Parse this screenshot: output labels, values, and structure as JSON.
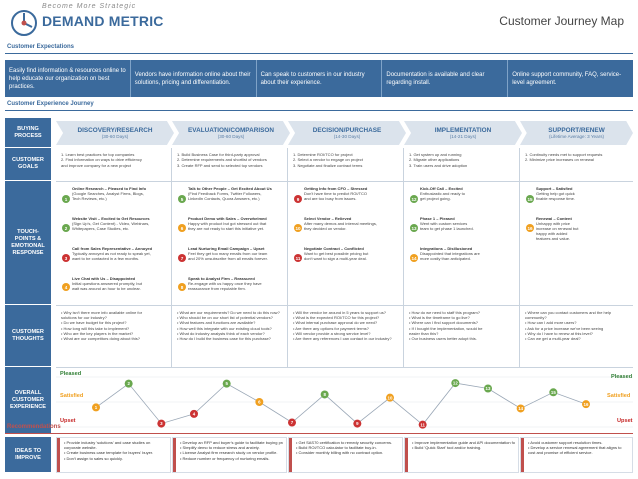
{
  "brand": {
    "tagline": "Become More Strategic",
    "name": "DEMAND METRIC"
  },
  "title": "Customer Journey Map",
  "sections": {
    "expectations": "Customer Expectations",
    "experience_journey": "Customer Experience Journey",
    "recommendations": "Recommendations"
  },
  "expectations": [
    "Easily find information & resources online to help educate our organization on best practices.",
    "Vendors have information online about their solutions, pricing and differentiation.",
    "Can speak to customers in our industry about their experience.",
    "Documentation is available and clear regarding install.",
    "Online support community, FAQ, service-level agreement."
  ],
  "row_labels": {
    "buying": "BUYING PROCESS",
    "goals": "CUSTOMER GOALS",
    "touchpoints": "TOUCH-POINTS & EMOTIONAL RESPONSE",
    "thoughts": "CUSTOMER THOUGHTS",
    "overall": "OVERALL CUSTOMER EXPERIENCE",
    "ideas": "IDEAS TO IMPROVE"
  },
  "stages": [
    {
      "name": "DISCOVERY/RESEARCH",
      "days": "(30-60 Days)"
    },
    {
      "name": "EVALUATION/COMPARISON",
      "days": "(30-60 Days)"
    },
    {
      "name": "DECISION/PURCHASE",
      "days": "(14-30 Days)"
    },
    {
      "name": "IMPLEMENTATION",
      "days": "(14-21 Days)"
    },
    {
      "name": "SUPPORT/RENEW",
      "days": "(Lifetime Average: 3 Years)"
    }
  ],
  "goals": [
    [
      "1. Learn best practices for top companies",
      "2. Find information on ways to drive efficiency",
      "   and improve company for a new project"
    ],
    [
      "1. Build Business Case for third-party approval",
      "2. Determine requirements and shortlist of vendors",
      "3. Create RFP and send to selected top vendors"
    ],
    [
      "1. Determine ROI/TCO for project",
      "2. Select a vendor to engage on project",
      "3. Negotiate and finalize contract terms"
    ],
    [
      "1. Get system up and running",
      "2. Migrate other applications",
      "3. Train users and drive adoption"
    ],
    [
      "1. Continuity needs met to support requests",
      "2. Minimize price increases on renewal"
    ]
  ],
  "touchpoints": [
    [
      {
        "n": "1",
        "h": "Online Research – Pleased to Find Info",
        "d": [
          "(Google Searches, Analyst Firms, Blogs,",
          "Tech Reviews, etc.)"
        ]
      },
      {
        "n": "2",
        "h": "Website Visit – Excited to Get Resources",
        "d": [
          "(Sign Up's, Get Content) - Video, Webinars,",
          "Whitepapers, Case Studies, etc."
        ]
      },
      {
        "n": "3",
        "h": "Call from Sales Representative – Annoyed",
        "d": [
          "Typically annoyed as not ready to speak yet,",
          "want to be contacted in a few months."
        ]
      },
      {
        "n": "4",
        "h": "Live Chat with Us – Disappointed",
        "d": [
          "Initial questions answered promptly, but",
          "wait was around an hour to be unclear."
        ]
      }
    ],
    [
      {
        "n": "5",
        "h": "Talk to Other People – Get Excited About Us",
        "d": [
          "(Find Feedback Forms, Twitter Followers,",
          "LinkedIn Contacts, Quora Answers, etc.)"
        ]
      },
      {
        "n": "6",
        "h": "Product Demo with Sales – Overwhelmed",
        "d": [
          "Happy with product but got stressed out that",
          "they are not ready to start this initiative yet."
        ]
      },
      {
        "n": "7",
        "h": "Lead Nurturing Email Campaign – Upset",
        "d": [
          "Feel they get too many emails from our team",
          "and 20% unsubscribe from all emails forever."
        ]
      },
      {
        "n": "8",
        "h": "Speak to Analyst Firm – Reassured",
        "d": [
          "Re-engage with us happy once they have",
          "reassurance from reputable firm."
        ]
      }
    ],
    [
      {
        "n": "9",
        "h": "Getting Info from CFO – Stressed",
        "d": [
          "Don't have time to predict ROI/TCO",
          "and are too busy from issues."
        ]
      },
      {
        "n": "10",
        "h": "Select Vendor – Relieved",
        "d": [
          "After many demos and internal meetings,",
          "they decided on vendor."
        ]
      },
      {
        "n": "11",
        "h": "Negotiate Contract – Conflicted",
        "d": [
          "Want to get best possible pricing but",
          "don't want to sign a multi-year deal."
        ]
      }
    ],
    [
      {
        "n": "12",
        "h": "Kick-Off Call – Excited",
        "d": [
          "Enthusiastic and ready to",
          "get project going."
        ]
      },
      {
        "n": "13",
        "h": "Phase 1 – Pleased",
        "d": [
          "Went with custom services",
          "team to get phase 1 launched."
        ]
      },
      {
        "n": "14",
        "h": "Integrations – Disillusioned",
        "d": [
          "Disappointed that integrations are",
          "more costly than anticipated."
        ]
      }
    ],
    [
      {
        "n": "15",
        "h": "Support – Satisfied",
        "d": [
          "Getting help got quick",
          "fixable response time."
        ]
      },
      {
        "n": "16",
        "h": "Renewal – Content",
        "d": [
          "Unhappy with price",
          "increase on renewal but",
          "happy with added",
          "features and value."
        ]
      }
    ]
  ],
  "thoughts": [
    [
      "• Why isn't there more info available online for",
      "  solutions for our industry?",
      "• Do we have budget for this project?",
      "• How long will this take to implement?",
      "• Who are the key players in the market?",
      "• What are our competitors doing about this?"
    ],
    [
      "• What are our requirements? Do we need to do this now?",
      "• Who should be on our short list of potential vendors?",
      "• What features and functions are available?",
      "• How well this integrate with our existing cloud tools?",
      "• What do industry analysts think of each vendor?",
      "• How do I build the business case for this purchase?"
    ],
    [
      "• Will the vendor be around in 5 years to support us?",
      "• What is the expected ROI/TCO for this project?",
      "• What internal purchase approval do we need?",
      "• Are there any options for payment terms?",
      "• Will vendor provide a strong service level?",
      "• Are there any references I can contact in our industry?"
    ],
    [
      "• How do we need to staff this program?",
      "• What is the timeframe to go live?",
      "• Where can I find support documents?",
      "• If I bought the implementation, would be",
      "  easier than this?",
      "• Our business users better adopt this."
    ],
    [
      "• Where can you contact customers and the help",
      "  community?",
      "• How can I add more users?",
      "• Ask for a price increase we've been seeing",
      "• Why do I have to renew at this level?",
      "• Can we get a multi-year deal?"
    ]
  ],
  "levels": {
    "pleased": "Pleased",
    "satisfied": "Satisfied",
    "upset": "Upset"
  },
  "experience_points": [
    {
      "n": "1",
      "level": 0.4
    },
    {
      "n": "2",
      "level": 0.84
    },
    {
      "n": "3",
      "level": 0.1
    },
    {
      "n": "4",
      "level": 0.28
    },
    {
      "n": "5",
      "level": 0.84
    },
    {
      "n": "6",
      "level": 0.5
    },
    {
      "n": "7",
      "level": 0.12
    },
    {
      "n": "8",
      "level": 0.64
    },
    {
      "n": "9",
      "level": 0.1
    },
    {
      "n": "10",
      "level": 0.58
    },
    {
      "n": "11",
      "level": 0.08
    },
    {
      "n": "12",
      "level": 0.85
    },
    {
      "n": "13",
      "level": 0.75
    },
    {
      "n": "14",
      "level": 0.38
    },
    {
      "n": "15",
      "level": 0.68
    },
    {
      "n": "16",
      "level": 0.46
    }
  ],
  "ideas": [
    [
      "Provide industry 'solutions' and case studies on",
      "corporate website.",
      "Create business case template for buyers' buyer.",
      "Don't assign to sales so quickly."
    ],
    [
      "Develop an RFP and buyer's guide to facilitate buying process.",
      "Simplify demo to reduce stress and anxiety.",
      "License Analyst firm research study on vendor profile.",
      "Reduce number or frequency of nurturing emails."
    ],
    [
      "Get SAS70 certification to remedy security concerns.",
      "Build ROI/TCO calculator to facilitate buy-in.",
      "Consider monthly billing with no contract option."
    ],
    [
      "Improve implementation guide and API documentation for custom integrations.",
      "Build 'Quick Start' tool and/or training."
    ],
    [
      "Avoid customer support resolution times.",
      "Develop a service renewal agreement that aligns to",
      "cost and promise of efficient service."
    ]
  ],
  "colors": {
    "primary": "#3b6a9c",
    "header_gray": "#dbe3ec",
    "pleased": "#2e7d32",
    "satisfied": "#f0a020",
    "upset": "#c62828",
    "recommendation_red": "#c0504d",
    "dot_green": "#6aa84f",
    "dot_orange": "#f0a020",
    "dot_red": "#cc3333"
  }
}
